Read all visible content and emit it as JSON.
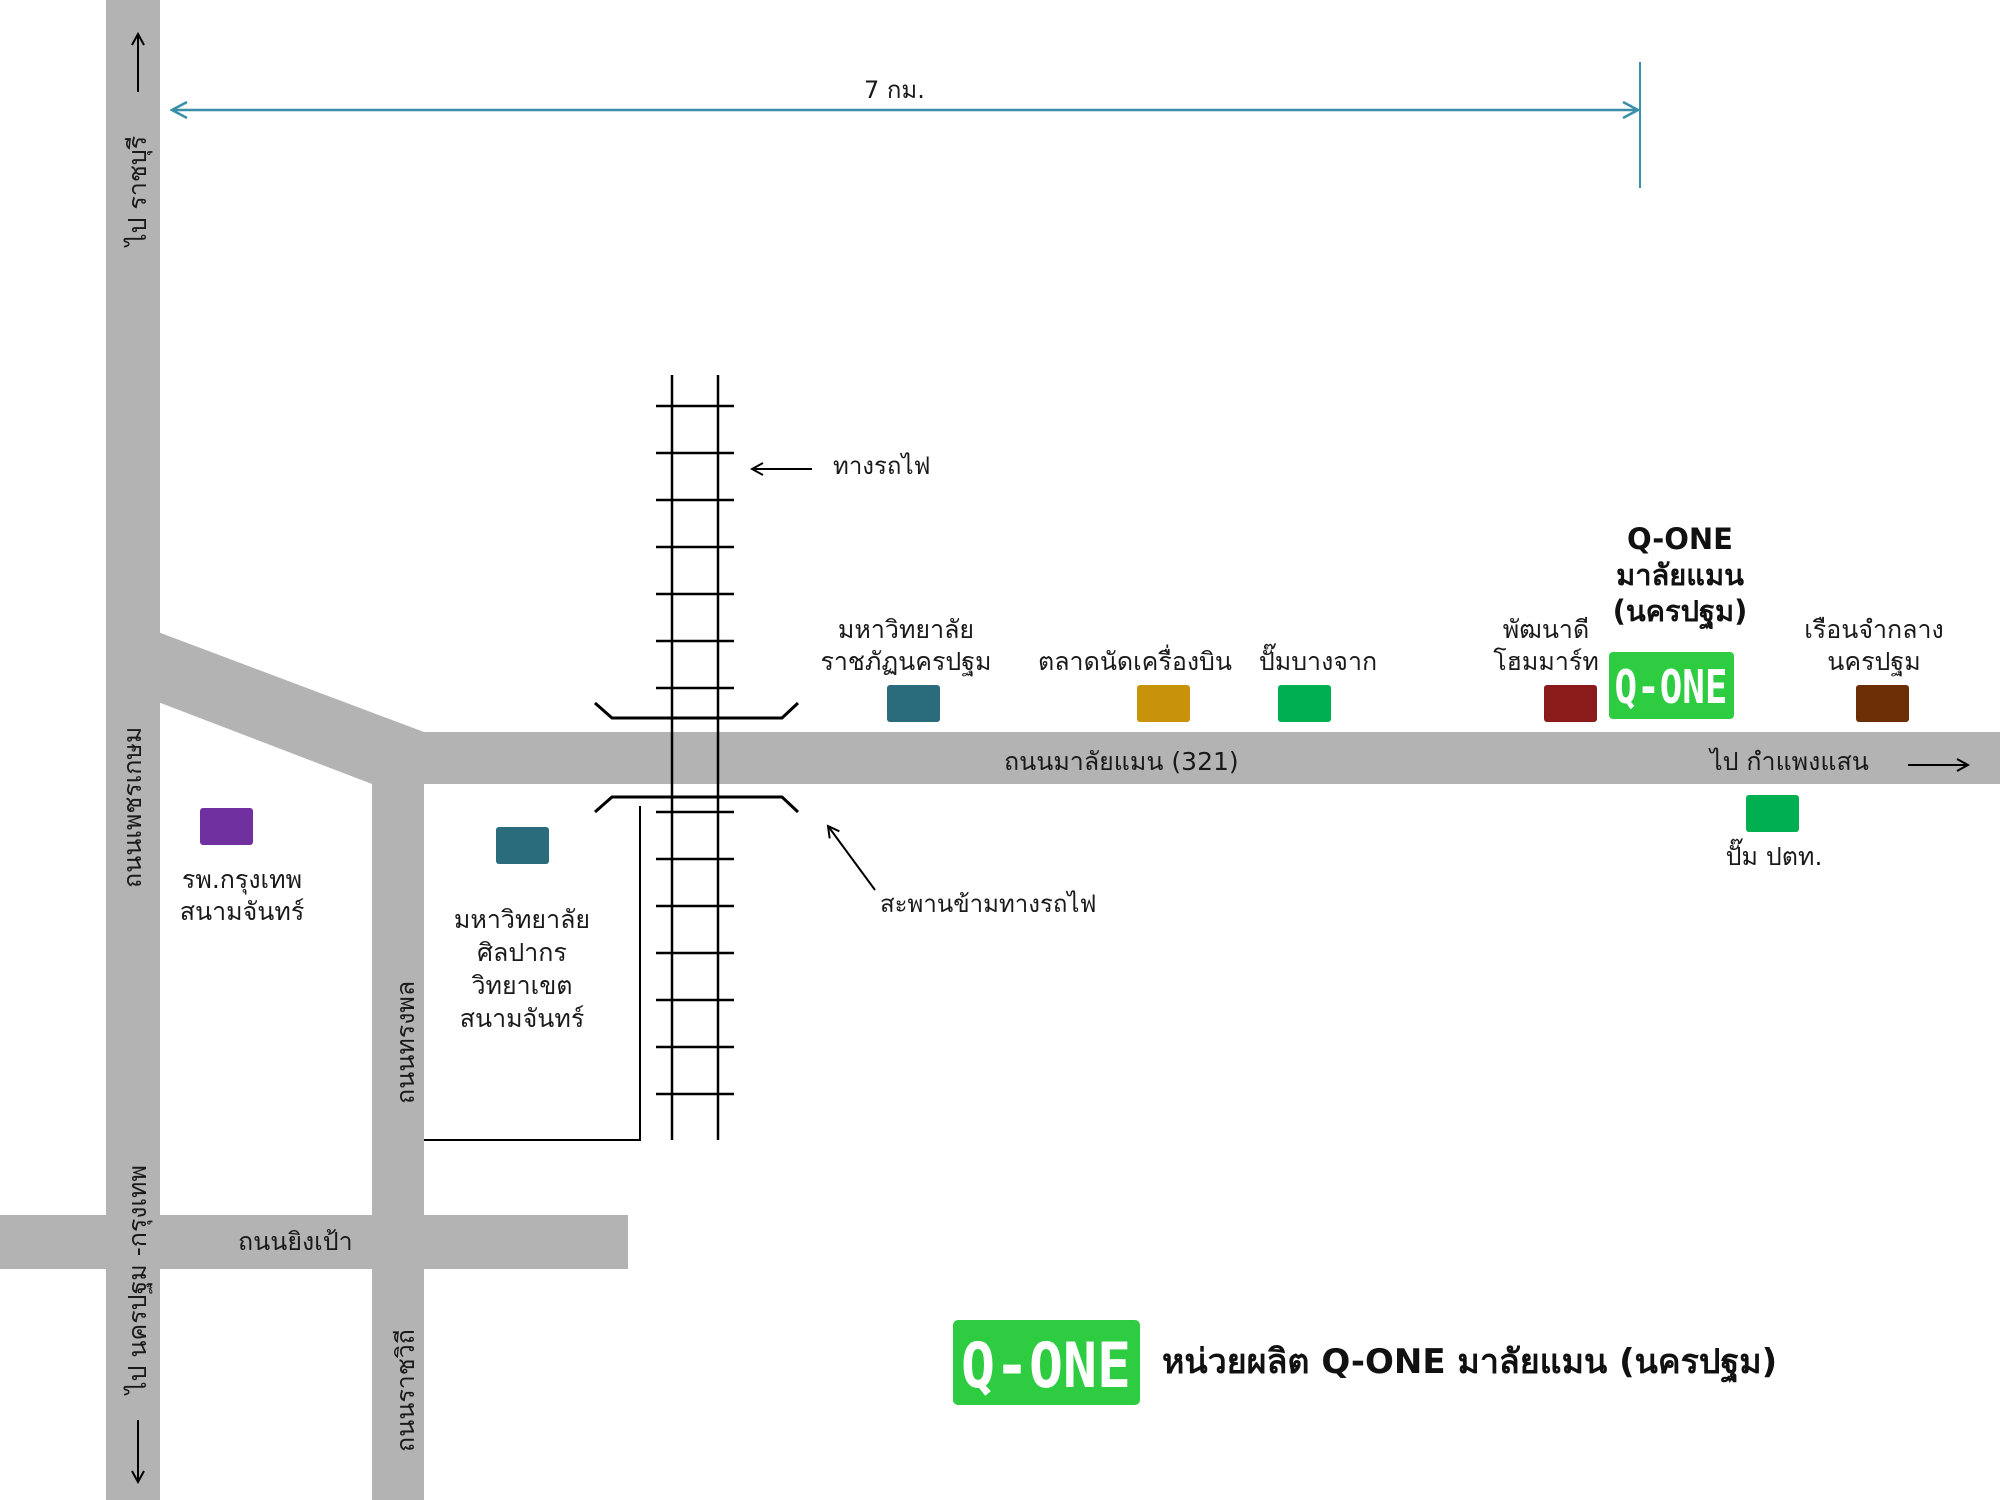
{
  "map": {
    "roads": {
      "petchkasem": "ถนนเพชรเกษม",
      "malaiman": "ถนนมาลัยแมน (321)",
      "songphon": "ถนนทรงพล",
      "yingpao": "ถนนยิงเป้า",
      "ratchawithi": "ถนนราชวิถี"
    },
    "directions": {
      "to_ratchaburi": "ไป ราชบุรี",
      "to_nakhonpathom_bangkok": "ไป นครปฐม -กรุงเทพ",
      "to_kamphaeng_saen": "ไป กำแพงแสน"
    },
    "distance": "7 กม.",
    "railway": "ทางรถไฟ",
    "railway_bridge": "สะพานข้ามทางรถไฟ",
    "landmarks": {
      "rajabhat": {
        "line1": "มหาวิทยาลัย",
        "line2": "ราชภัฏนครปฐม",
        "color": "#2a6b7c"
      },
      "market": {
        "label": "ตลาดนัดเครื่องบิน",
        "color": "#c8930a"
      },
      "bangchak": {
        "label": "ปั๊มบางจาก",
        "color": "#00b050"
      },
      "pattanadee": {
        "line1": "พัฒนาดี",
        "line2": "โฮมมาร์ท",
        "color": "#8b1a1a"
      },
      "ruenjak": {
        "line1": "เรือนจำกลาง",
        "line2": "นครปฐม",
        "color": "#6b2e05"
      },
      "ptt": {
        "label": "ปั๊ม ปตท.",
        "color": "#00b050"
      },
      "hospital": {
        "line1": "รพ.กรุงเทพ",
        "line2": "สนามจันทร์",
        "color": "#7030a0"
      },
      "silpakorn": {
        "line1": "มหาวิทยาลัย",
        "line2": "ศิลปากร",
        "line3": "วิทยาเขต",
        "line4": "สนามจันทร์",
        "color": "#2a6b7c"
      }
    },
    "qone": {
      "title_line1": "Q-ONE",
      "title_line2": "มาลัยแมน",
      "title_line3": "(นครปฐม)",
      "logo_text": "Q-ONE",
      "logo_color": "#2ecc40"
    },
    "legend": {
      "logo_text": "Q-ONE",
      "text": "หน่วยผลิต Q-ONE มาลัยแมน (นครปฐม)"
    },
    "colors": {
      "road": "#b3b3b3",
      "measure_line": "#3a8fa8"
    }
  }
}
